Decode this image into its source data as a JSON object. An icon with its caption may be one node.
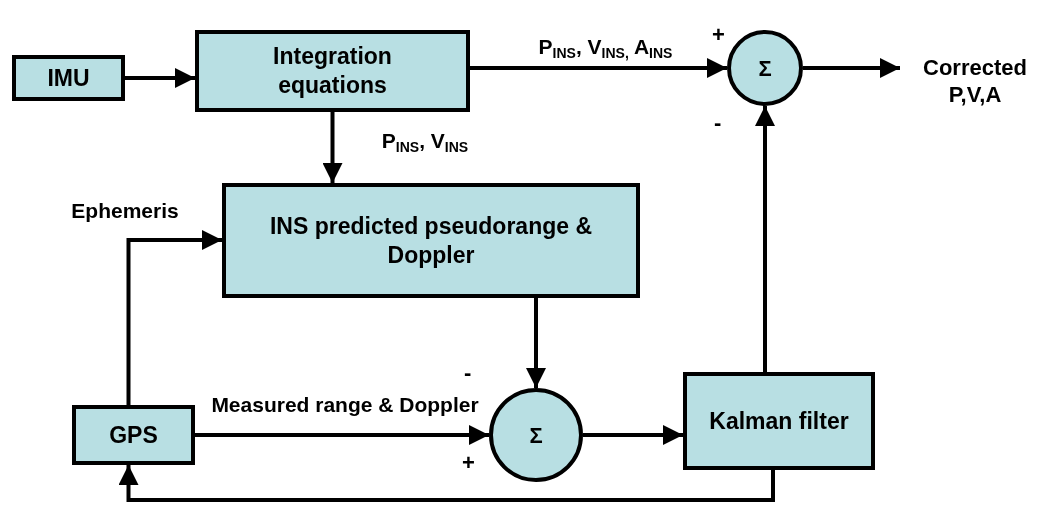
{
  "diagram": {
    "nodes": [
      {
        "text": [
          "IMU"
        ]
      },
      {
        "text": [
          "Integration equations"
        ]
      },
      {
        "text": [
          "Σ"
        ]
      },
      {
        "text": [
          "Corrected P,V,A"
        ]
      },
      {
        "text": [
          "INS predicted pseudorange & Doppler"
        ]
      },
      {
        "text": [
          "GPS"
        ]
      },
      {
        "text": [
          "Σ"
        ]
      },
      {
        "text": [
          "Kalman filter"
        ]
      }
    ],
    "edges": [
      {
        "from": 0,
        "to": 1,
        "arrow": "to"
      },
      {
        "from": 1,
        "to": 2,
        "arrow": "to",
        "label": "P$_{INS}$, V$_{INS,}$ A$_{INS}$"
      },
      {
        "from": 2,
        "to": 3,
        "arrow": "to"
      },
      {
        "from": 1,
        "to": 4,
        "arrow": "to",
        "label": "P$_{INS}$, V$_{INS}$"
      },
      {
        "from": 5,
        "to": 4,
        "arrow": "to",
        "label": "Ephemeris"
      },
      {
        "from": 4,
        "to": 6,
        "arrow": "to"
      },
      {
        "from": 5,
        "to": 6,
        "arrow": "to",
        "label": "Measured range & Doppler"
      },
      {
        "from": 6,
        "to": 7,
        "arrow": "to"
      },
      {
        "from": 7,
        "to": 2,
        "arrow": "to"
      },
      {
        "from": 7,
        "to": 5,
        "arrow": "to"
      }
    ],
    "labels": [
      "+",
      "-",
      "-",
      "+"
    ]
  }
}
